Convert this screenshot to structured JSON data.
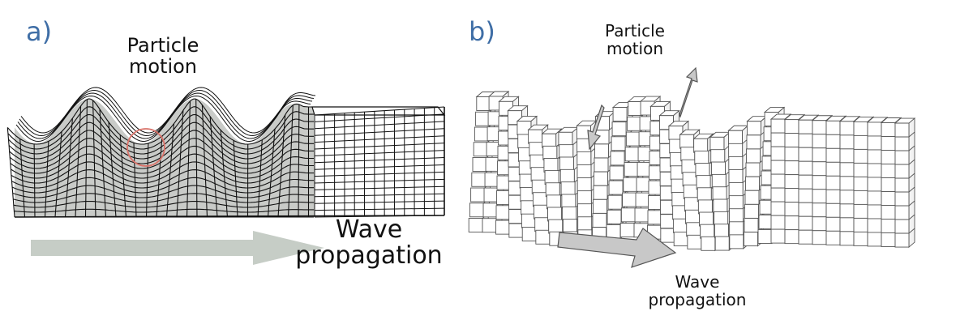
{
  "panel_a": {
    "letter": "a)",
    "particle_motion_line1": "Particle",
    "particle_motion_line2": "motion",
    "wave_propagation_line1": "Wave",
    "wave_propagation_line2": "propagation",
    "colors": {
      "letter": "#3f6ea6",
      "block_fill": "#c9cbc8",
      "grid": "#111111",
      "circle": "#d9736a",
      "arrow": "#c6cdc6"
    }
  },
  "panel_b": {
    "letter": "b)",
    "particle_motion_line1": "Particle",
    "particle_motion_line2": "motion",
    "wave_propagation_line1": "Wave",
    "wave_propagation_line2": "propagation",
    "colors": {
      "letter": "#3f6ea6",
      "cube_fill": "#ffffff",
      "grid": "#555555",
      "arrow": "#c8c8c8"
    }
  }
}
